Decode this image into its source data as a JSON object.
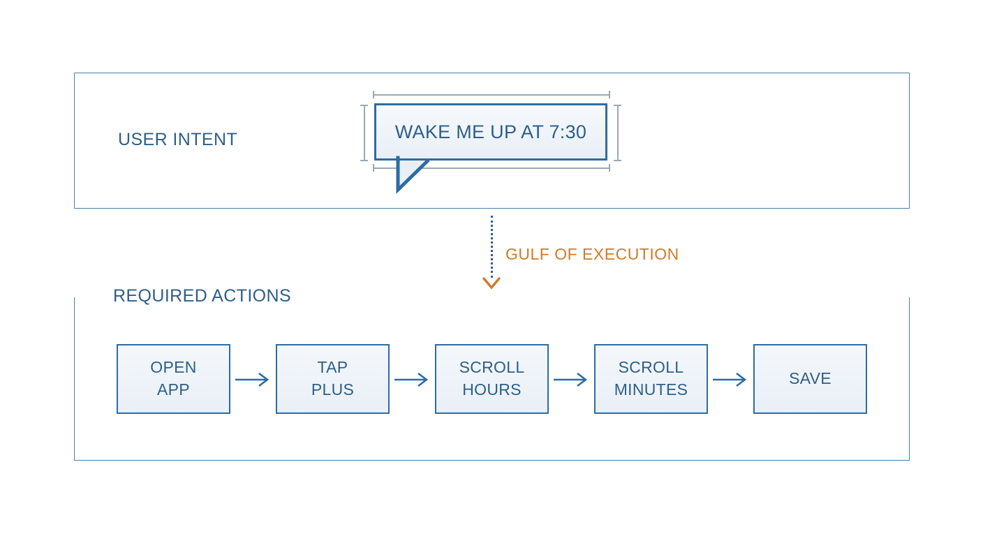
{
  "diagram": {
    "title_colors": {
      "primary_blue": "#2d5f8a",
      "border_blue": "#2d6ca3",
      "panel_border": "#4a7fa8",
      "accent_orange": "#d07b28",
      "guide_gray": "#9aa8b4",
      "box_fill": "#eef3f9",
      "background": "#ffffff"
    }
  },
  "user_intent": {
    "label": "USER INTENT",
    "bubble_text": "WAKE ME UP AT 7:30",
    "bubble_icon": "speech-bubble"
  },
  "gulf": {
    "label": "GULF OF EXECUTION",
    "arrow_icon": "chevron-down-arrow",
    "line_style": "dotted",
    "direction": "down"
  },
  "required_actions": {
    "legend": "REQUIRED ACTIONS",
    "steps": [
      {
        "line1": "OPEN",
        "line2": "APP",
        "text": "OPEN APP"
      },
      {
        "line1": "TAP",
        "line2": "PLUS",
        "text": "TAP PLUS"
      },
      {
        "line1": "SCROLL",
        "line2": "HOURS",
        "text": "SCROLL HOURS"
      },
      {
        "line1": "SCROLL",
        "line2": "MINUTES",
        "text": "SCROLL MINUTES"
      },
      {
        "line1": "SAVE",
        "line2": "",
        "text": "SAVE"
      }
    ],
    "connector_icon": "arrow-right"
  }
}
